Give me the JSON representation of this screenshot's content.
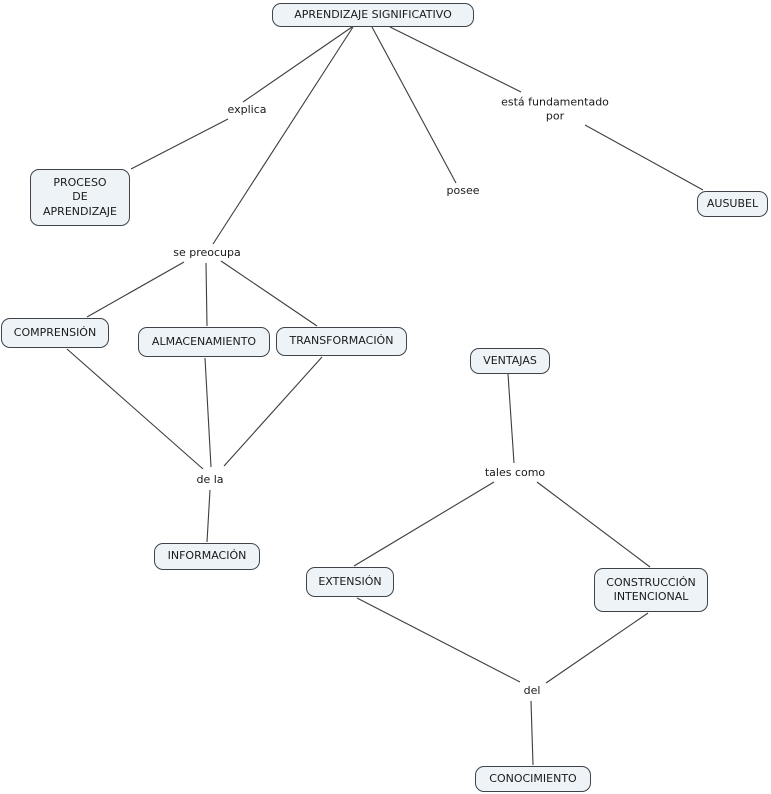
{
  "colors": {
    "background": "#ffffff",
    "node_fill": "#edf3f6",
    "node_border": "#3e444a",
    "edge_line": "#3d3d3d",
    "text": "#1a1a1a"
  },
  "nodes": {
    "aprendizaje_significativo": {
      "label": "APRENDIZAJE SIGNIFICATIVO"
    },
    "proceso_de_aprendizaje": {
      "label": "PROCESO\nDE\nAPRENDIZAJE"
    },
    "ausubel": {
      "label": "AUSUBEL"
    },
    "comprension": {
      "label": "COMPRENSIÓN"
    },
    "almacenamiento": {
      "label": "ALMACENAMIENTO"
    },
    "transformacion": {
      "label": "TRANSFORMACIÓN"
    },
    "ventajas": {
      "label": "VENTAJAS"
    },
    "informacion": {
      "label": "INFORMACIÓN"
    },
    "extension": {
      "label": "EXTENSIÓN"
    },
    "construccion_intencional": {
      "label": "CONSTRUCCIÓN\nINTENCIONAL"
    },
    "conocimiento": {
      "label": "CONOCIMIENTO"
    }
  },
  "link_labels": {
    "explica": "explica",
    "esta_fundamentado_por": "está fundamentado\npor",
    "se_preocupa": "se preocupa",
    "posee": "posee",
    "de_la": "de la",
    "tales_como": "tales como",
    "del": "del"
  },
  "relations": [
    {
      "sources": [
        "APRENDIZAJE SIGNIFICATIVO"
      ],
      "phrase": "explica",
      "targets": [
        "PROCESO DE APRENDIZAJE"
      ]
    },
    {
      "sources": [
        "APRENDIZAJE SIGNIFICATIVO"
      ],
      "phrase": "está fundamentado por",
      "targets": [
        "AUSUBEL"
      ]
    },
    {
      "sources": [
        "APRENDIZAJE SIGNIFICATIVO"
      ],
      "phrase": "se preocupa",
      "targets": [
        "COMPRENSIÓN",
        "ALMACENAMIENTO",
        "TRANSFORMACIÓN"
      ]
    },
    {
      "sources": [
        "APRENDIZAJE SIGNIFICATIVO"
      ],
      "phrase": "posee",
      "targets": [
        "VENTAJAS"
      ]
    },
    {
      "sources": [
        "COMPRENSIÓN",
        "ALMACENAMIENTO",
        "TRANSFORMACIÓN"
      ],
      "phrase": "de la",
      "targets": [
        "INFORMACIÓN"
      ]
    },
    {
      "sources": [
        "VENTAJAS"
      ],
      "phrase": "tales como",
      "targets": [
        "EXTENSIÓN",
        "CONSTRUCCIÓN INTENCIONAL"
      ]
    },
    {
      "sources": [
        "EXTENSIÓN",
        "CONSTRUCCIÓN INTENCIONAL"
      ],
      "phrase": "del",
      "targets": [
        "CONOCIMIENTO"
      ]
    }
  ]
}
